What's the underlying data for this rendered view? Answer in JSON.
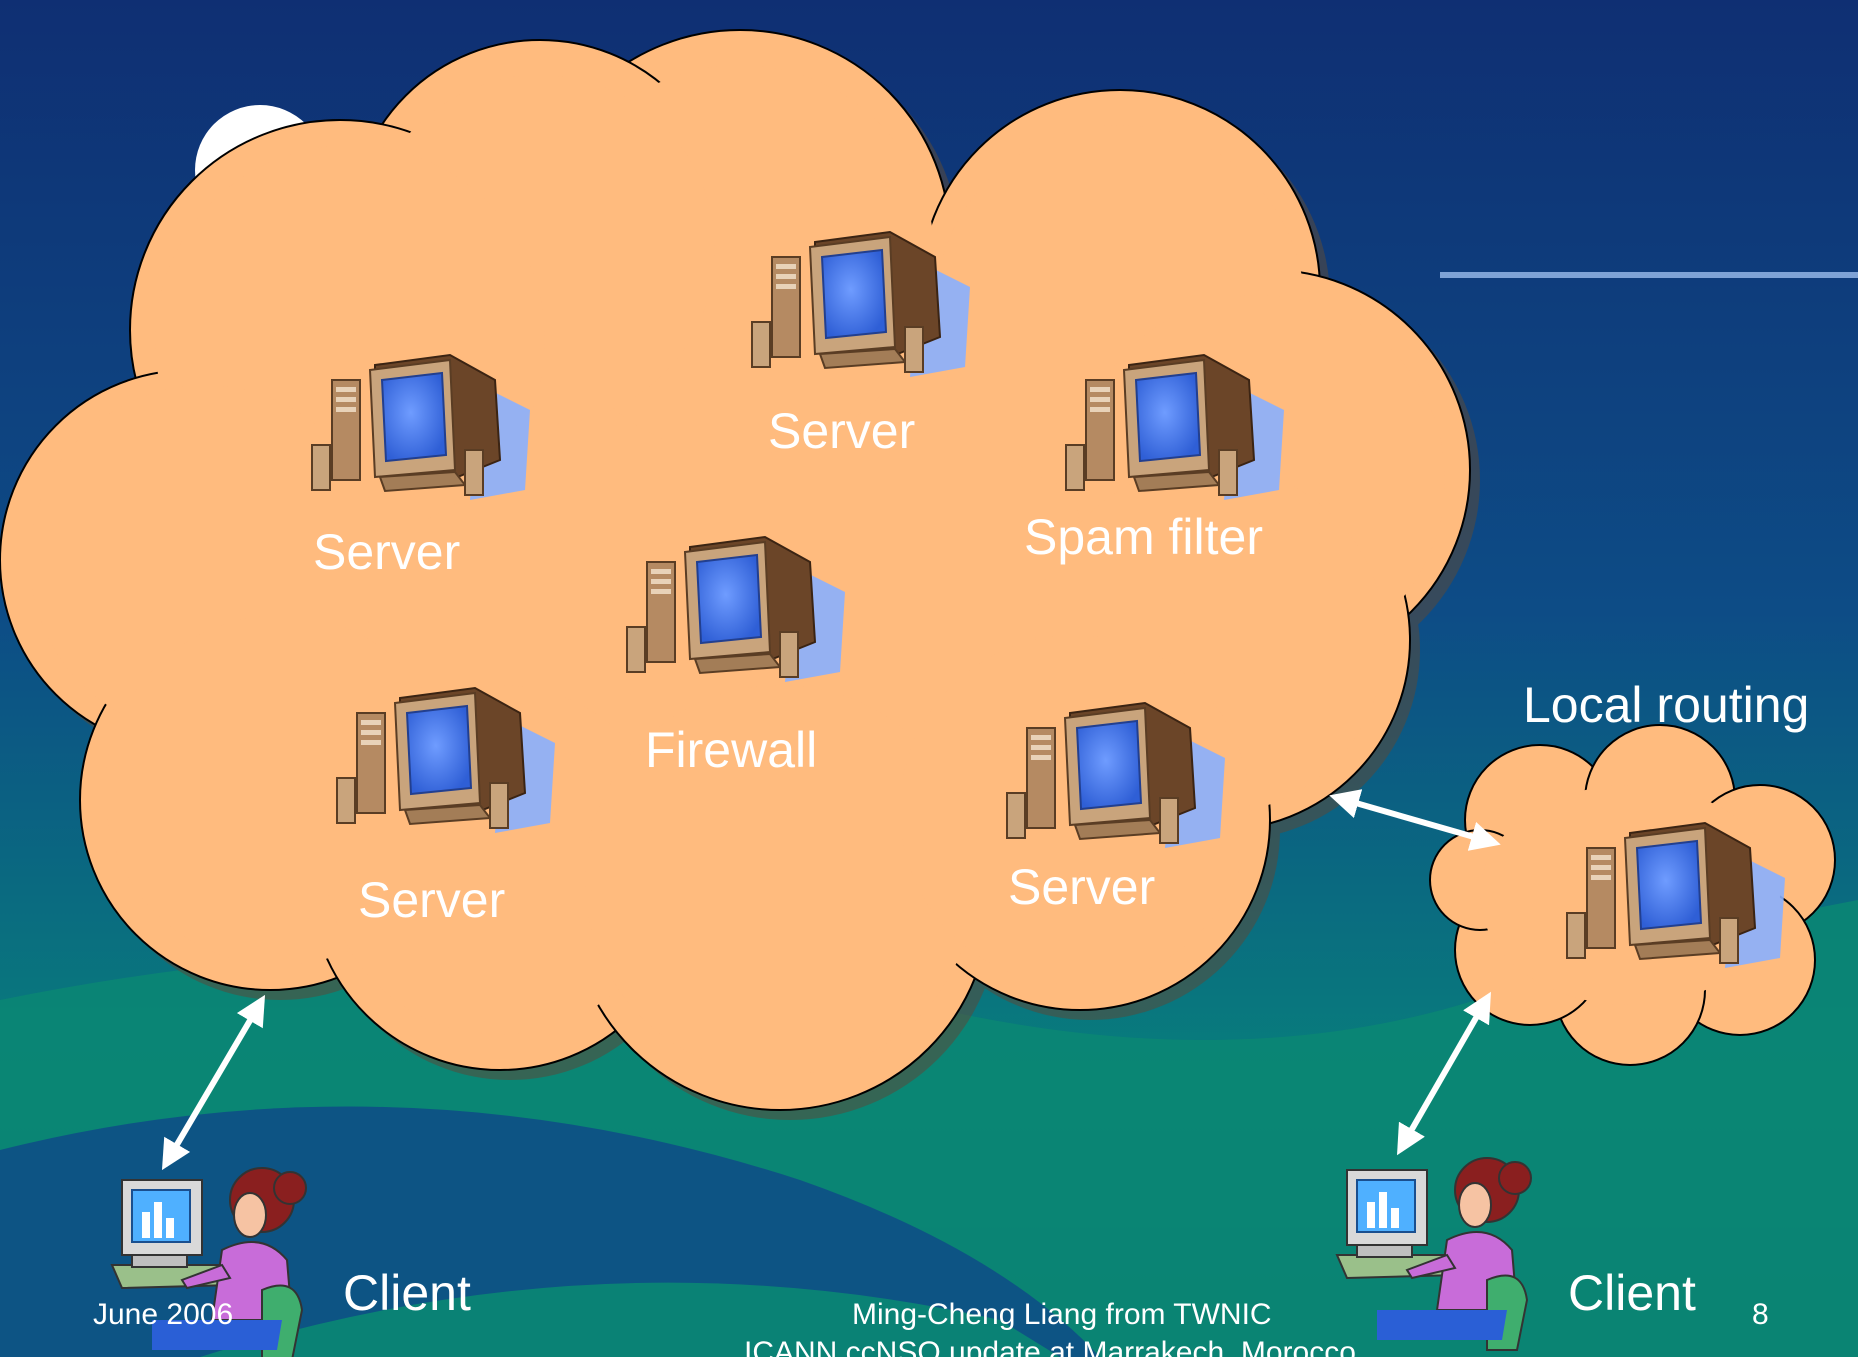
{
  "diagram": {
    "cloud_labels": {
      "server_top": "Server",
      "server_left": "Server",
      "spam_filter": "Spam filter",
      "firewall": "Firewall",
      "server_bottom_left": "Server",
      "server_bottom_right": "Server"
    },
    "local_routing_label": "Local routing",
    "client_left_label": "Client",
    "client_right_label": "Client"
  },
  "footer": {
    "date": "June 2006",
    "author": "Ming-Cheng Liang from TWNIC",
    "event": "ICANN ccNSO update at Marrakech, Morocco",
    "page_number": "8"
  },
  "colors": {
    "cloud_fill": "#FFBB7E",
    "background_blue": "#0D3B7E",
    "background_teal": "#0A8A78",
    "monitor_screen": "#4A7FF0",
    "label_text": "#FFFFFF"
  }
}
